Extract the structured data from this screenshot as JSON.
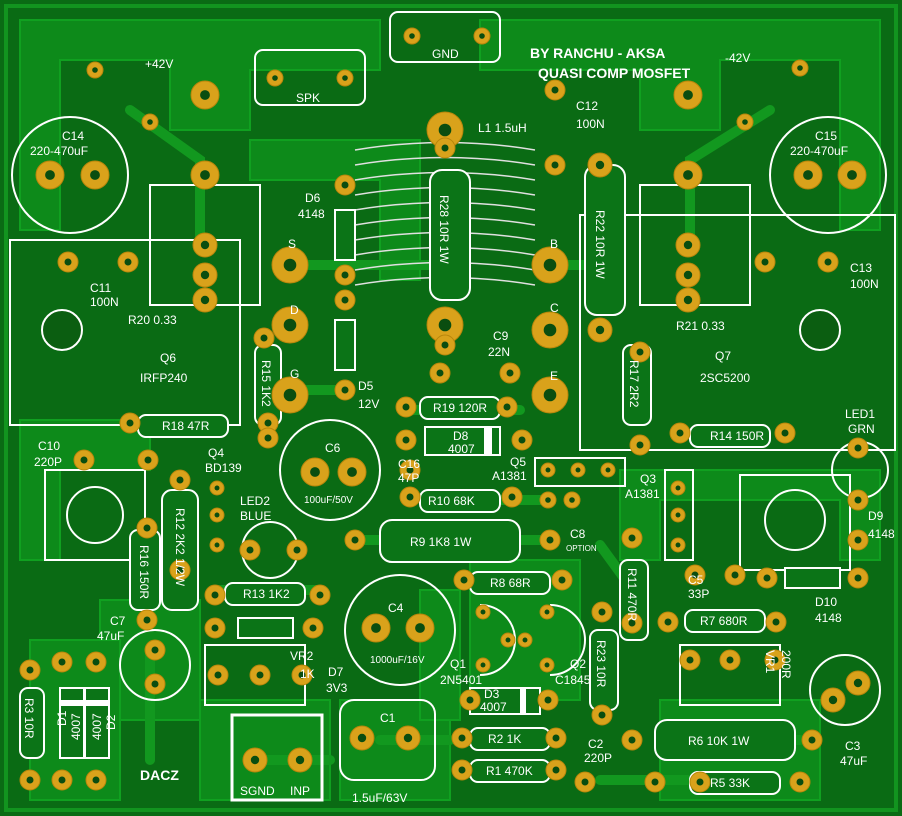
{
  "board": {
    "title": "BY RANCHU - AKSA",
    "subtitle": "QUASI COMP MOSFET",
    "logo_text": "DACZ"
  },
  "connectors": {
    "gnd": "GND",
    "spk": "SPK",
    "sgnd": "SGND",
    "inp": "INP",
    "vplus": "+42V",
    "vminus": "-42V"
  },
  "components": {
    "c14": {
      "ref": "C14",
      "value": "220-470uF"
    },
    "c15": {
      "ref": "C15",
      "value": "220-470uF"
    },
    "c11": {
      "ref": "C11",
      "value": "100N"
    },
    "c13": {
      "ref": "C13",
      "value": "100N"
    },
    "c12": {
      "ref": "C12",
      "value": "100N"
    },
    "l1": {
      "ref": "L1 1.5uH"
    },
    "r20": {
      "ref": "R20 0.33"
    },
    "r21": {
      "ref": "R21 0.33"
    },
    "q6": {
      "ref": "Q6",
      "value": "IRFP240"
    },
    "q7": {
      "ref": "Q7",
      "value": "2SC5200"
    },
    "d6": {
      "ref": "D6",
      "value": "4148"
    },
    "d5": {
      "ref": "D5",
      "value": "12V"
    },
    "r28": {
      "ref": "R28 10R 1W"
    },
    "r22": {
      "ref": "R22 10R 1W"
    },
    "r15": {
      "ref": "R15 1K2"
    },
    "r17": {
      "ref": "R17 2R2"
    },
    "c9": {
      "ref": "C9",
      "value": "22N"
    },
    "r19": {
      "ref": "R19 120R"
    },
    "r18": {
      "ref": "R18 47R"
    },
    "r14": {
      "ref": "R14 150R"
    },
    "d8": {
      "ref": "D8",
      "value": "4007"
    },
    "c6": {
      "ref": "C6",
      "value": "100uF/50V"
    },
    "c10": {
      "ref": "C10",
      "value": "220P"
    },
    "q4": {
      "ref": "Q4",
      "value": "BD139"
    },
    "c16": {
      "ref": "C16",
      "value": "47P"
    },
    "q5": {
      "ref": "Q5",
      "value": "A1381"
    },
    "q3": {
      "ref": "Q3",
      "value": "A1381"
    },
    "r10": {
      "ref": "R10 68K"
    },
    "c8": {
      "ref": "C8",
      "value": "OPTION"
    },
    "led2": {
      "ref": "LED2",
      "value": "BLUE"
    },
    "led1": {
      "ref": "LED1",
      "value": "GRN"
    },
    "d9": {
      "ref": "D9",
      "value": "4148"
    },
    "r9": {
      "ref": "R9 1K8 1W"
    },
    "r12": {
      "ref": "R12 2K2 1/2W"
    },
    "r16": {
      "ref": "R16 150R"
    },
    "r8": {
      "ref": "R8 68R"
    },
    "r11": {
      "ref": "R11 470R"
    },
    "c5": {
      "ref": "C5",
      "value": "33P"
    },
    "d10": {
      "ref": "D10",
      "value": "4148"
    },
    "r13": {
      "ref": "R13 1K2"
    },
    "c4": {
      "ref": "C4",
      "value": "1000uF/16V"
    },
    "r7": {
      "ref": "R7 680R"
    },
    "c7": {
      "ref": "C7",
      "value": "47uF"
    },
    "vr2": {
      "ref": "VR2",
      "value": "1K"
    },
    "d7": {
      "ref": "D7",
      "value": "3V3"
    },
    "r23": {
      "ref": "R23 10R"
    },
    "vr1": {
      "ref": "VR1",
      "value": "200R"
    },
    "c3": {
      "ref": "C3",
      "value": "47uF"
    },
    "q1": {
      "ref": "Q1",
      "value": "2N5401"
    },
    "q2": {
      "ref": "Q2",
      "value": "C1845"
    },
    "d3": {
      "ref": "D3",
      "value": "4007"
    },
    "r3": {
      "ref": "R3 10R"
    },
    "d1": {
      "ref": "D1",
      "value": "4007"
    },
    "d2": {
      "ref": "D2",
      "value": "4007"
    },
    "c1": {
      "ref": "C1",
      "value": "1.5uF/63V"
    },
    "r2": {
      "ref": "R2 1K"
    },
    "r1": {
      "ref": "R1 470K"
    },
    "c2": {
      "ref": "C2",
      "value": "220P"
    },
    "r6": {
      "ref": "R6 10K 1W"
    },
    "r5": {
      "ref": "R5 33K"
    }
  },
  "pins": {
    "s": "S",
    "d": "D",
    "g": "G",
    "b": "B",
    "c": "C",
    "e": "E"
  },
  "colors": {
    "board": "#0a6b14",
    "copper": "#0d8a1a",
    "pad": "#d9a21b",
    "silk": "#ffffff"
  }
}
